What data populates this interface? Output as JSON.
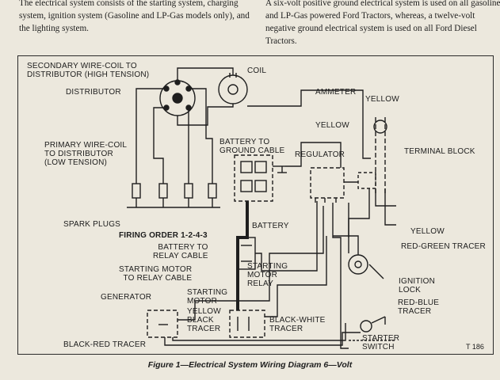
{
  "intro": {
    "left": "The electrical system consists of the starting system, charging system, ignition system (Gasoline and LP-Gas models only), and the lighting system.",
    "right": "A six-volt positive ground electrical system is used on all gasoline and LP-Gas powered Ford Tractors, whereas, a twelve-volt negative ground electrical system is used on all Ford Diesel Tractors."
  },
  "labels": {
    "secondary_wire": "SECONDARY WIRE-COIL TO\nDISTRIBUTOR (HIGH TENSION)",
    "coil": "COIL",
    "distributor": "DISTRIBUTOR",
    "ammeter": "AMMETER",
    "yellow_top": "YELLOW",
    "yellow_mid": "YELLOW",
    "battery_to_ground": "BATTERY TO\nGROUND CABLE",
    "regulator": "REGULATOR",
    "terminal_block": "TERMINAL BLOCK",
    "primary_wire": "PRIMARY WIRE-COIL\nTO DISTRIBUTOR\n(LOW TENSION)",
    "spark_plugs": "SPARK PLUGS",
    "battery": "BATTERY",
    "firing_order": "FIRING ORDER 1-2-4-3",
    "yellow_right": "YELLOW",
    "red_green_tracer": "RED-GREEN TRACER",
    "battery_to_relay": "BATTERY TO\nRELAY CABLE",
    "starting_motor_to_relay": "STARTING MOTOR\nTO RELAY CABLE",
    "starting_motor_relay": "STARTING\nMOTOR\nRELAY",
    "ignition_lock": "IGNITION\nLOCK",
    "generator": "GENERATOR",
    "starting_motor": "STARTING\nMOTOR",
    "yellow_black_tracer": "YELLOW\nBLACK\nTRACER",
    "red_blue_tracer": "RED-BLUE\nTRACER",
    "black_white_tracer": "BLACK-WHITE\nTRACER",
    "starter_switch": "STARTER\nSWITCH",
    "black_red_tracer": "BLACK-RED TRACER"
  },
  "figure_code": "T 186",
  "caption": "Figure 1—Electrical System Wiring Diagram 6—Volt"
}
